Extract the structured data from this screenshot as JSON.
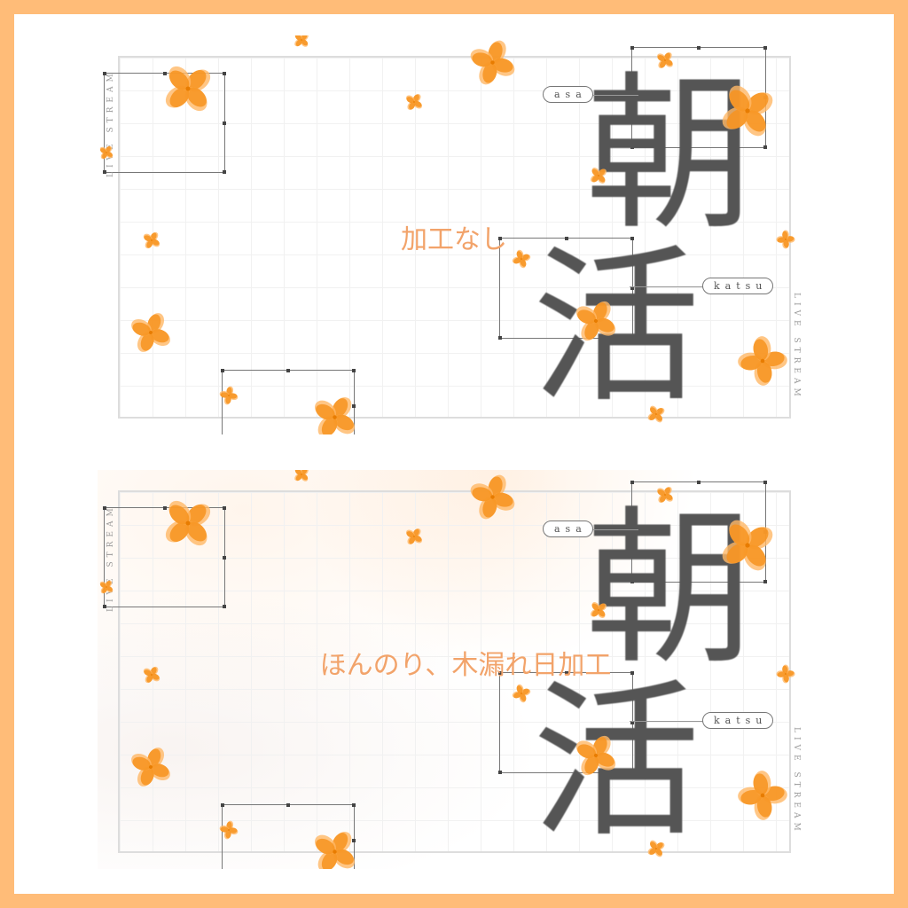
{
  "panels": [
    {
      "label": "加工なし",
      "kanji_top": "朝",
      "kanji_bottom": "活",
      "reading_top": "asa",
      "reading_bottom": "katsu",
      "side_text": "LIVE STREAM"
    },
    {
      "label": "ほんのり、木漏れ日加工",
      "kanji_top": "朝",
      "kanji_bottom": "活",
      "reading_top": "asa",
      "reading_bottom": "katsu",
      "side_text": "LIVE STREAM"
    }
  ],
  "colors": {
    "border": "#FFBC78",
    "flower": "#F7931E",
    "flower_light": "#FFB866",
    "text": "#555555",
    "label": "#F2A36A"
  }
}
